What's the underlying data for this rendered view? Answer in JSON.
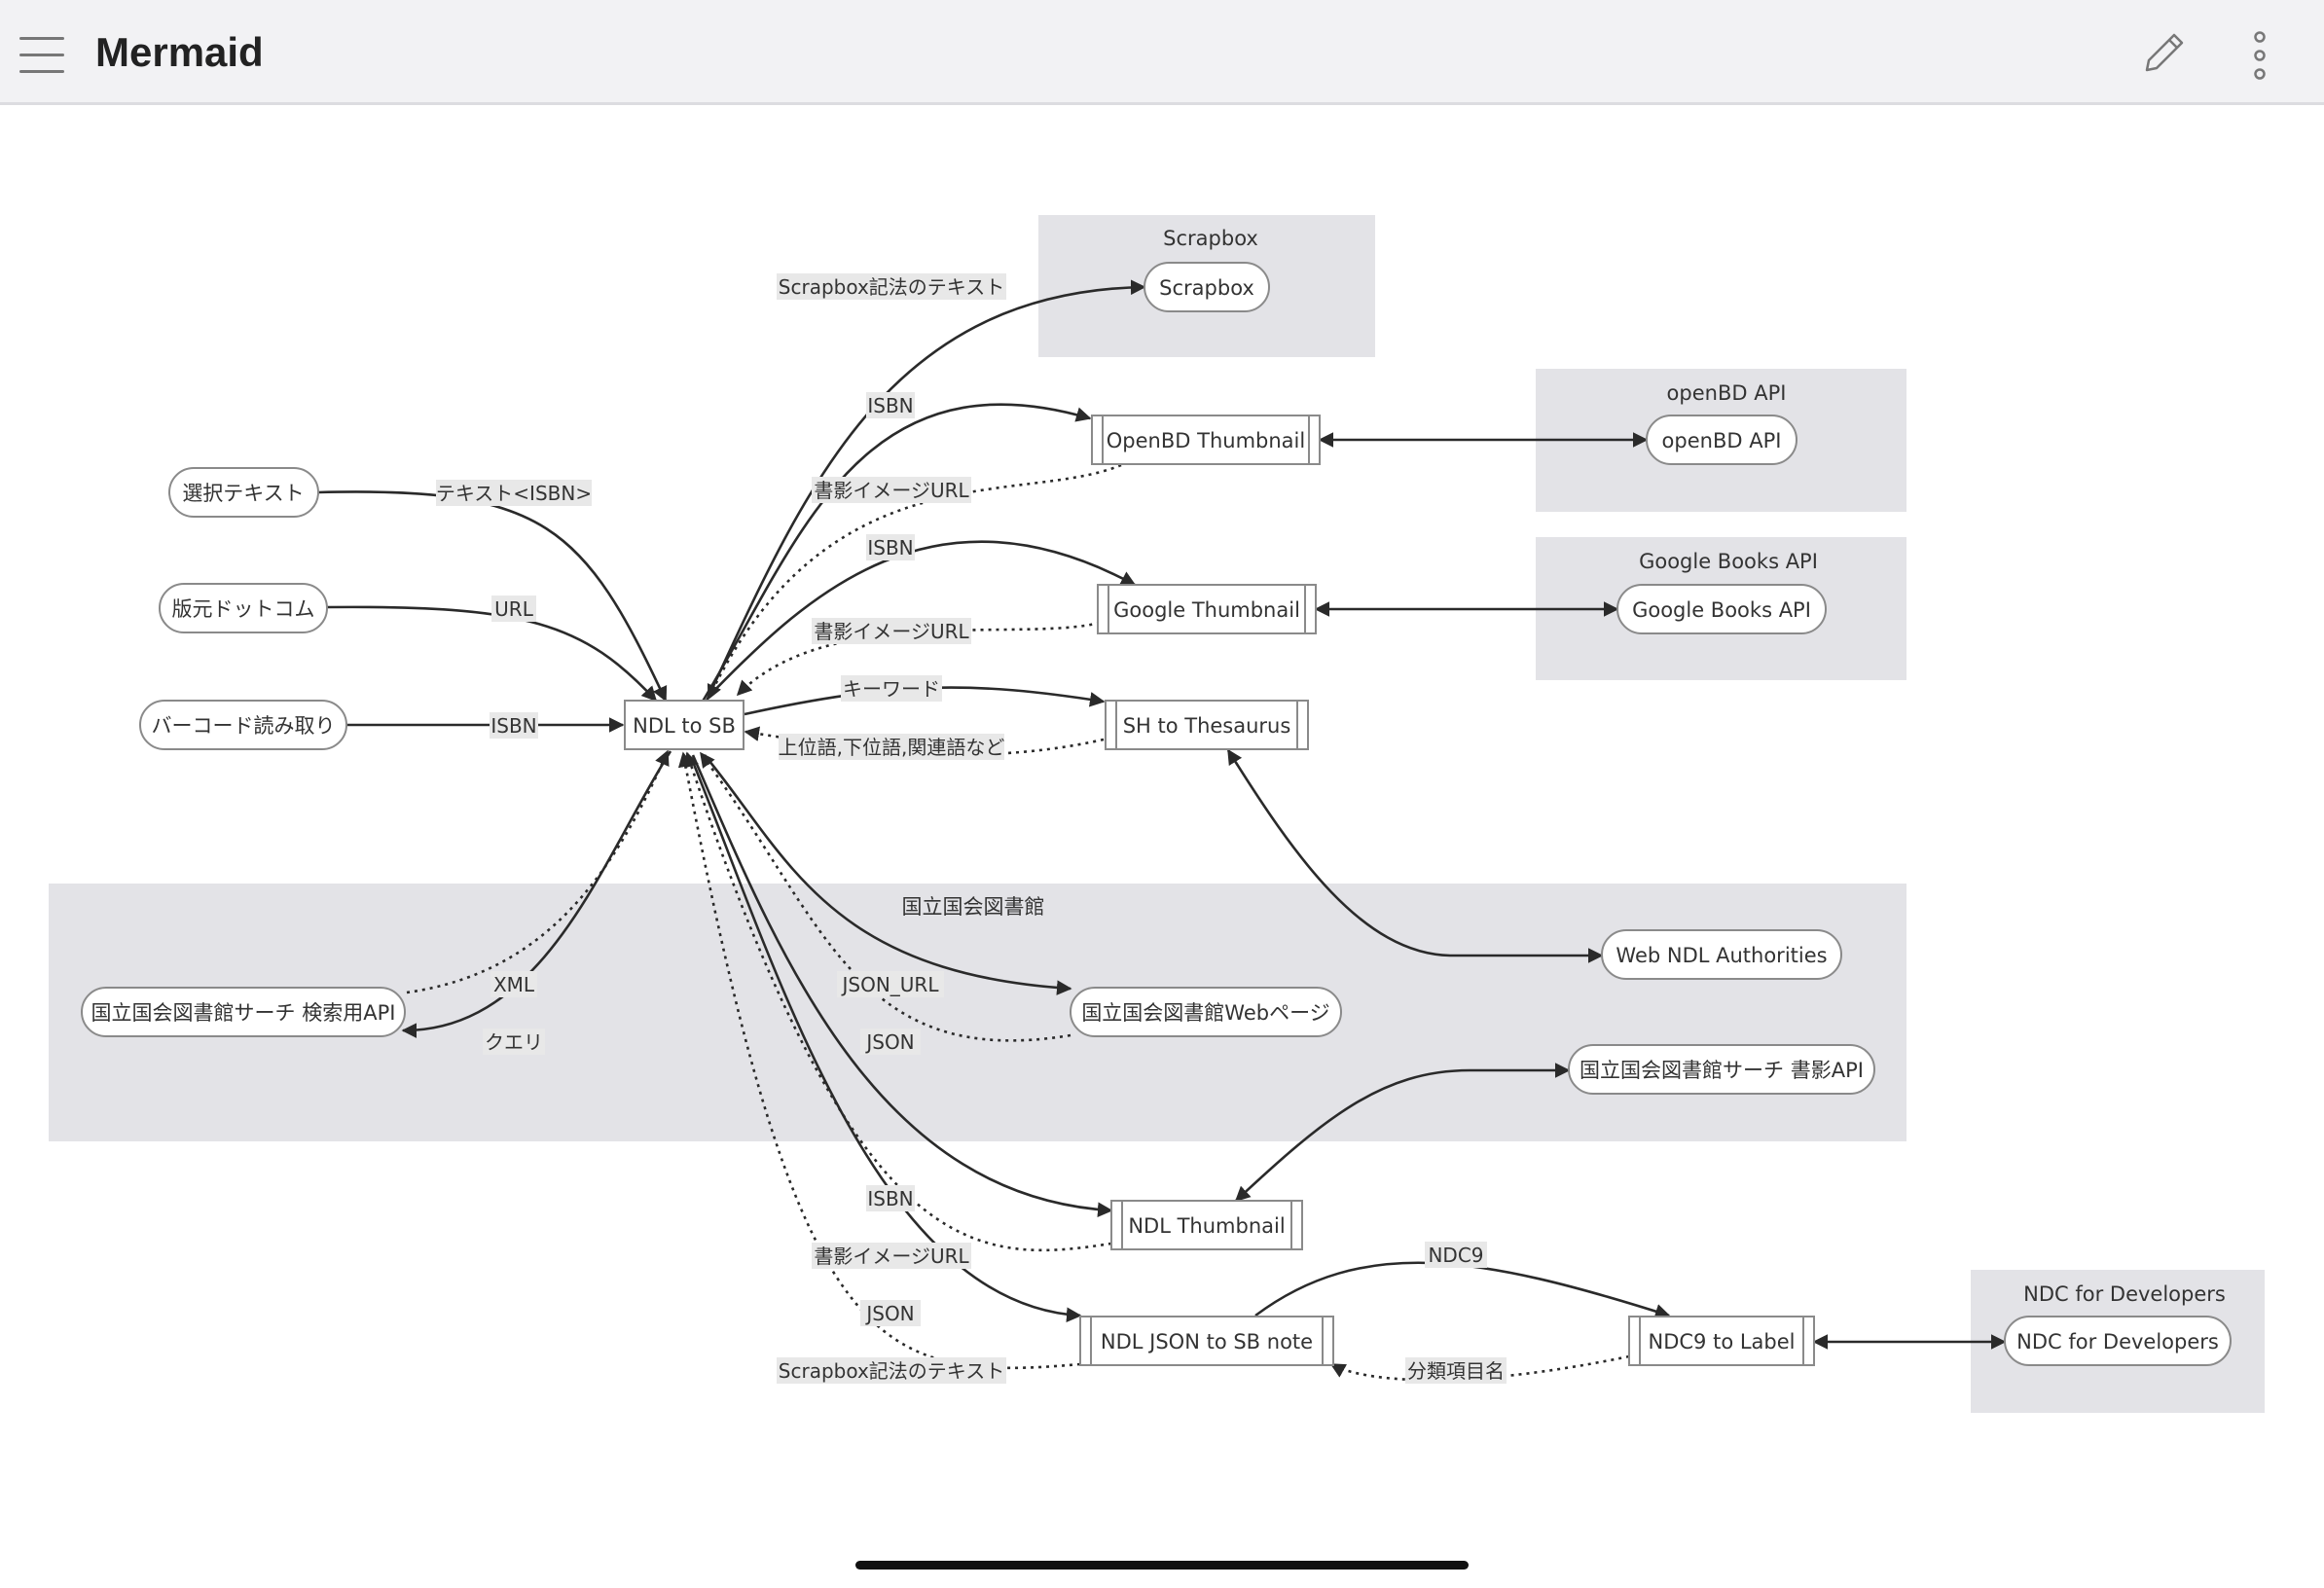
{
  "app": {
    "title": "Mermaid"
  },
  "toolbar": {
    "menu_icon": "hamburger-menu-icon",
    "edit_icon": "pencil-icon",
    "more_icon": "vertical-ellipsis-icon"
  },
  "diagram": {
    "subgraphs": {
      "scrapbox": "Scrapbox",
      "openbd": "openBD API",
      "google": "Google Books API",
      "ndl": "国立国会図書館",
      "ndc": "NDC for Developers"
    },
    "nodes": {
      "selection_text": "選択テキスト",
      "hanmoto": "版元ドットコム",
      "barcode": "バーコード読み取り",
      "ndl_to_sb": "NDL to SB",
      "scrapbox": "Scrapbox",
      "openbd_thumb": "OpenBD Thumbnail",
      "openbd_api": "openBD API",
      "google_thumb": "Google Thumbnail",
      "google_api": "Google Books API",
      "sh_thesaurus": "SH to Thesaurus",
      "web_ndl_auth": "Web NDL Authorities",
      "ndl_search_api": "国立国会図書館サーチ 検索用API",
      "ndl_webpage": "国立国会図書館Webページ",
      "ndl_cover_api": "国立国会図書館サーチ 書影API",
      "ndl_thumb": "NDL Thumbnail",
      "ndl_json_note": "NDL JSON to SB note",
      "ndc9_label": "NDC9 to Label",
      "ndc_dev": "NDC for Developers"
    },
    "edges": {
      "scrapbox_text_top": "Scrapbox記法のテキスト",
      "isbn_openbd": "ISBN",
      "cover_url_openbd": "書影イメージURL",
      "text_isbn": "テキスト<ISBN>",
      "isbn_google": "ISBN",
      "url": "URL",
      "cover_url_google": "書影イメージURL",
      "keyword": "キーワード",
      "isbn_barcode": "ISBN",
      "broader_narrower": "上位語,下位語,関連語など",
      "json_url": "JSON_URL",
      "xml": "XML",
      "query": "クエリ",
      "json_webpage": "JSON",
      "isbn_ndl": "ISBN",
      "ndc9": "NDC9",
      "cover_url_ndl": "書影イメージURL",
      "json_note": "JSON",
      "scrapbox_text_bottom": "Scrapbox記法のテキスト",
      "classification_name": "分類項目名"
    }
  }
}
